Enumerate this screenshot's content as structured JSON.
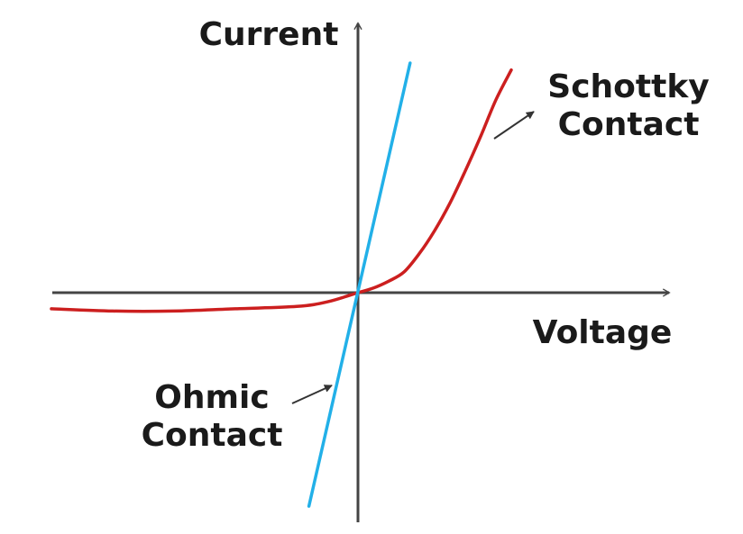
{
  "chart_data": {
    "type": "line",
    "xlabel": "Voltage",
    "ylabel": "Current",
    "series": [
      {
        "name": "Ohmic Contact",
        "color": "#22b0e8",
        "x": [
          -0.16,
          0.17
        ],
        "y": [
          -0.93,
          1.0
        ]
      },
      {
        "name": "Schottky Contact",
        "color": "#cc1f1f",
        "x": [
          -1.0,
          -0.8,
          -0.6,
          -0.4,
          -0.2,
          -0.1,
          0.0,
          0.05,
          0.1,
          0.15,
          0.2,
          0.25,
          0.3,
          0.35,
          0.4,
          0.45,
          0.5
        ],
        "y": [
          -0.07,
          -0.08,
          -0.08,
          -0.07,
          -0.06,
          -0.04,
          0.0,
          0.02,
          0.05,
          0.09,
          0.17,
          0.27,
          0.39,
          0.53,
          0.68,
          0.84,
          0.97
        ]
      }
    ],
    "annotations": [
      {
        "series": "Schottky Contact",
        "lines": [
          "Schottky",
          "Contact"
        ],
        "arrow_to_x": 0.44,
        "arrow_to_y": 0.67
      },
      {
        "series": "Ohmic Contact",
        "lines": [
          "Ohmic",
          "Contact"
        ],
        "arrow_to_x": -0.08,
        "arrow_to_y": -0.48
      }
    ]
  }
}
